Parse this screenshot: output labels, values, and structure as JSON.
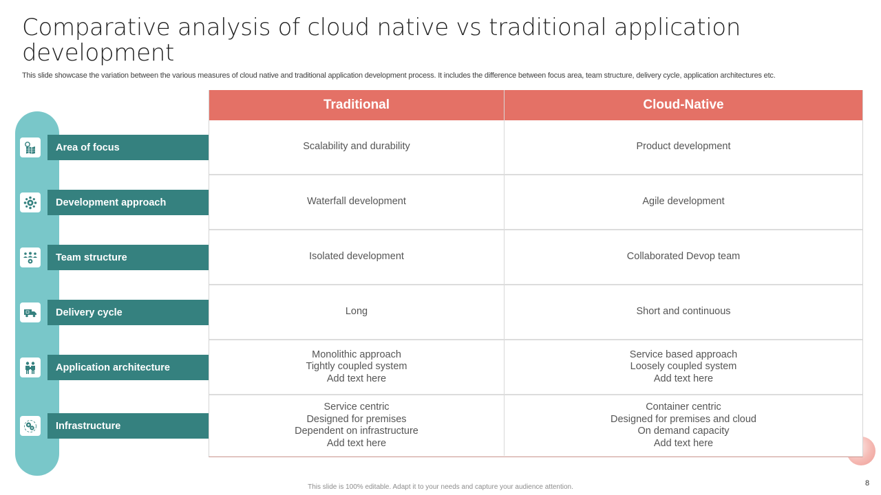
{
  "slide": {
    "title": "Comparative analysis of cloud native vs traditional application development",
    "subtitle": "This slide showcase the variation between the various measures of cloud native and traditional application development process. It includes the difference between focus area, team structure, delivery cycle,  application architectures etc.",
    "footer": "This slide is 100% editable.  Adapt it to your  needs and capture your audience attention.",
    "page_number": "8"
  },
  "colors": {
    "header_red": "#e47166",
    "label_teal": "#35817f",
    "pill_teal": "#79c7c9"
  },
  "table": {
    "headers": [
      "Traditional",
      "Cloud-Native"
    ],
    "rows": [
      {
        "label": "Area of focus",
        "icon": "map-location-icon",
        "traditional": [
          "Scalability and durability"
        ],
        "cloud_native": [
          "Product development"
        ]
      },
      {
        "label": "Development approach",
        "icon": "network-gear-icon",
        "traditional": [
          "Waterfall development"
        ],
        "cloud_native": [
          "Agile development"
        ]
      },
      {
        "label": "Team structure",
        "icon": "team-gear-icon",
        "traditional": [
          "Isolated development"
        ],
        "cloud_native": [
          "Collaborated Devop team"
        ]
      },
      {
        "label": "Delivery cycle",
        "icon": "delivery-truck-icon",
        "traditional": [
          "Long"
        ],
        "cloud_native": [
          "Short and continuous"
        ]
      },
      {
        "label": "Application architecture",
        "icon": "people-collaboration-icon",
        "traditional": [
          "Monolithic  approach",
          "Tightly coupled system",
          "Add text here"
        ],
        "cloud_native": [
          "Service based approach",
          "Loosely coupled system",
          "Add text here"
        ]
      },
      {
        "label": "Infrastructure",
        "icon": "gears-cycle-icon",
        "traditional": [
          "Service centric",
          "Designed for premises",
          "Dependent on infrastructure",
          "Add text here"
        ],
        "cloud_native": [
          "Container centric",
          "Designed for premises and cloud",
          "On demand capacity",
          "Add text here"
        ]
      }
    ]
  }
}
